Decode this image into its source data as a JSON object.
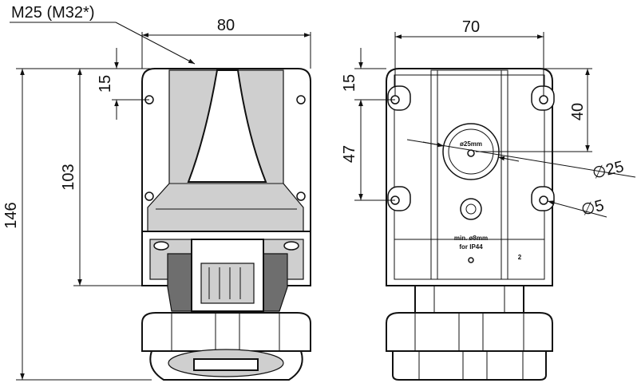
{
  "left_view": {
    "thread_label": "M25 (M32*)",
    "width_label": "80",
    "top_offset_label": "15",
    "mount_height_label": "103",
    "total_height_label": "146"
  },
  "right_view": {
    "width_label": "70",
    "top_offset_label": "15",
    "hole_spacing_label": "47",
    "center_offset_label": "40",
    "gland_diameter_label": "∅25",
    "hole_diameter_label": "∅5",
    "gland_marking": "ø25mm",
    "cable_note_line1": "min. ø8mm",
    "cable_note_line2": "for IP44",
    "part_number": "2"
  },
  "colors": {
    "line": "#111111",
    "housing_shade": "#cfcfcf",
    "socket_dark": "#6e6e6e"
  }
}
